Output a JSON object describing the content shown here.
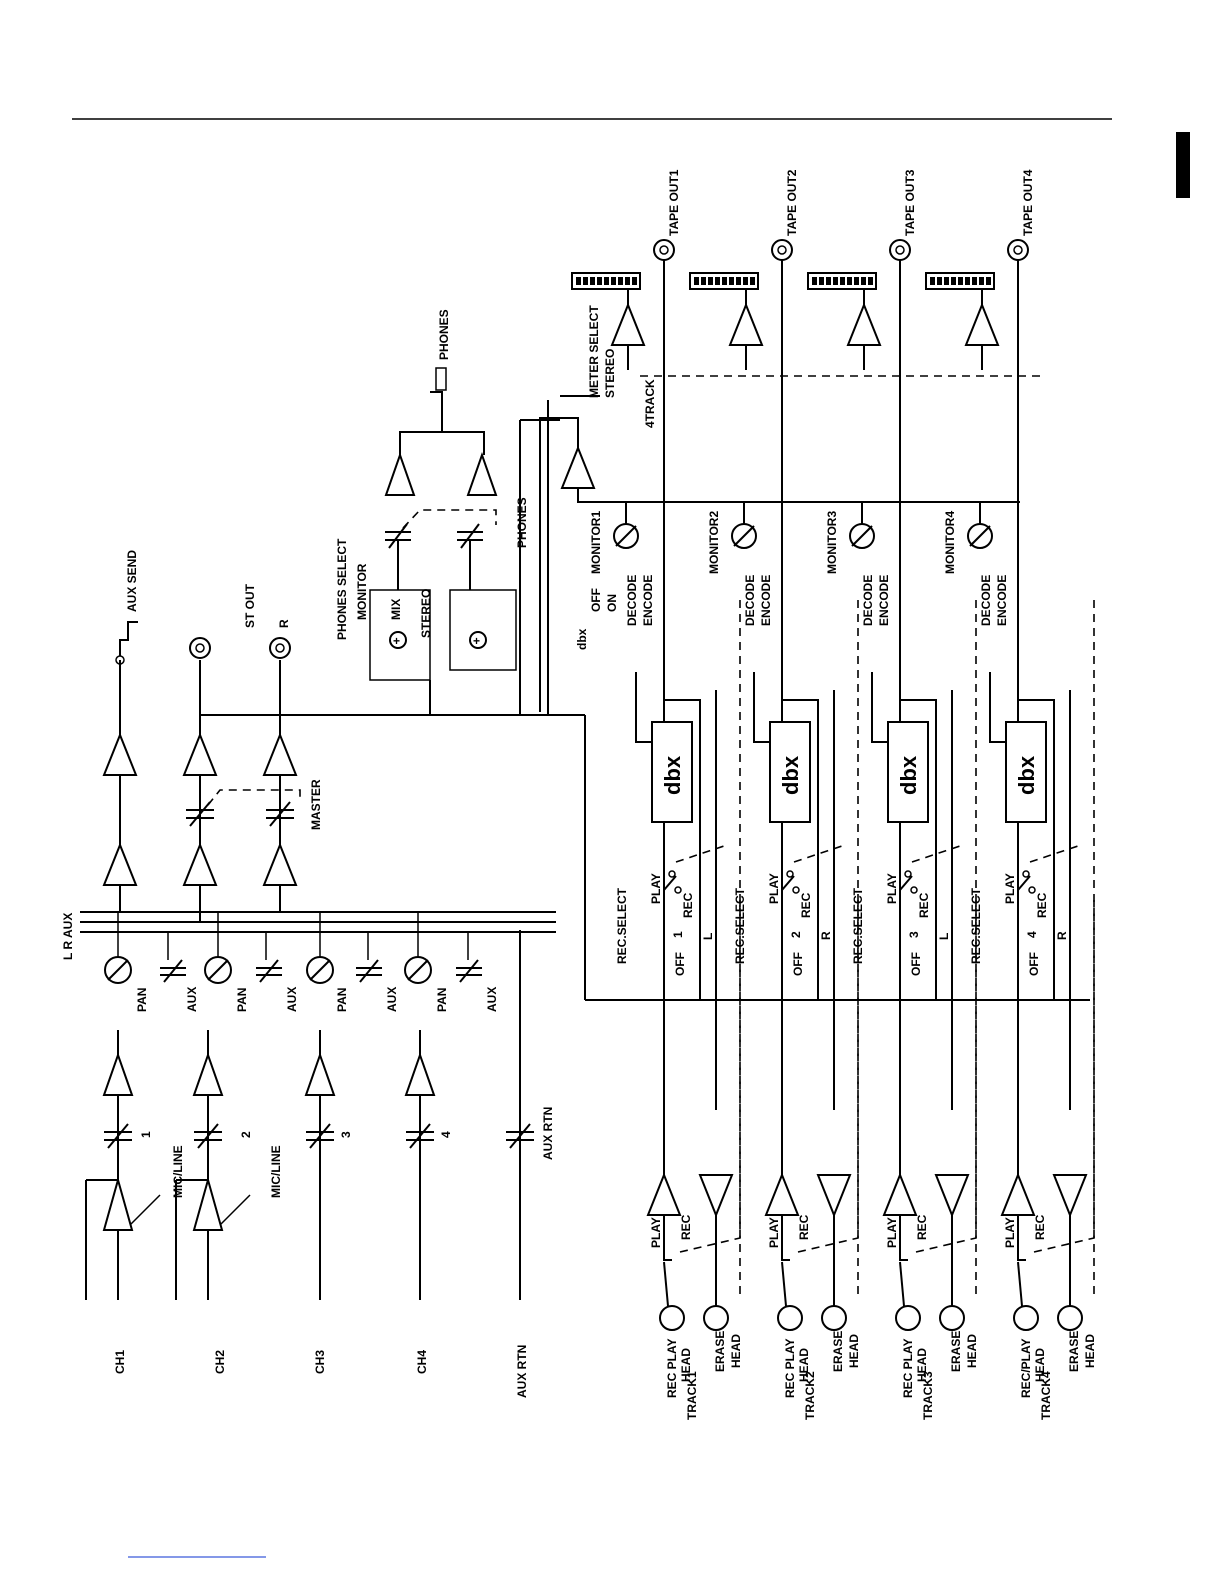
{
  "labels": {
    "ch1": "CH1",
    "ch2": "CH2",
    "ch3": "CH3",
    "ch4": "CH4",
    "aux_rtn_in": "AUX RTN",
    "mic_line": "MIC/LINE",
    "trim1": "1",
    "trim2": "2",
    "trim3": "3",
    "trim4": "4",
    "aux_rtn_knob": "AUX RTN",
    "pan": "PAN",
    "aux": "AUX",
    "bus": "L R AUX",
    "master": "MASTER",
    "aux_send": "AUX SEND",
    "st_out": "ST OUT",
    "r": "R",
    "phones_select": "PHONES SELECT",
    "monitor": "MONITOR",
    "mix": "MIX",
    "stereo": "STEREO",
    "phones_knob": "PHONES",
    "phones_jack": "PHONES",
    "meter_select": "METER SELECT",
    "meter_stereo": "STEREO",
    "meter_4track": "4TRACK",
    "dbx_switch": "dbx",
    "off": "OFF",
    "on": "ON",
    "decode": "DECODE",
    "encode": "ENCODE",
    "dbx_box": "dbx",
    "rec_select": "REC.SELECT",
    "play": "PLAY",
    "rec": "REC",
    "l": "L",
    "r_short": "R",
    "head": "HEAD",
    "erase": "ERASE"
  },
  "tracks": [
    {
      "num": "1",
      "monitor": "MONITOR1",
      "tape_out": "TAPE OUT1",
      "bus_sel": "L",
      "rec_play": "REC PLAY",
      "track": "TRACK1"
    },
    {
      "num": "2",
      "monitor": "MONITOR2",
      "tape_out": "TAPE OUT2",
      "bus_sel": "R",
      "rec_play": "REC PLAY",
      "track": "TRACK2"
    },
    {
      "num": "3",
      "monitor": "MONITOR3",
      "tape_out": "TAPE OUT3",
      "bus_sel": "L",
      "rec_play": "REC PLAY",
      "track": "TRACK3"
    },
    {
      "num": "4",
      "monitor": "MONITOR4",
      "tape_out": "TAPE OUT4",
      "bus_sel": "R",
      "rec_play": "REC/PLAY",
      "track": "TRACK4"
    }
  ]
}
